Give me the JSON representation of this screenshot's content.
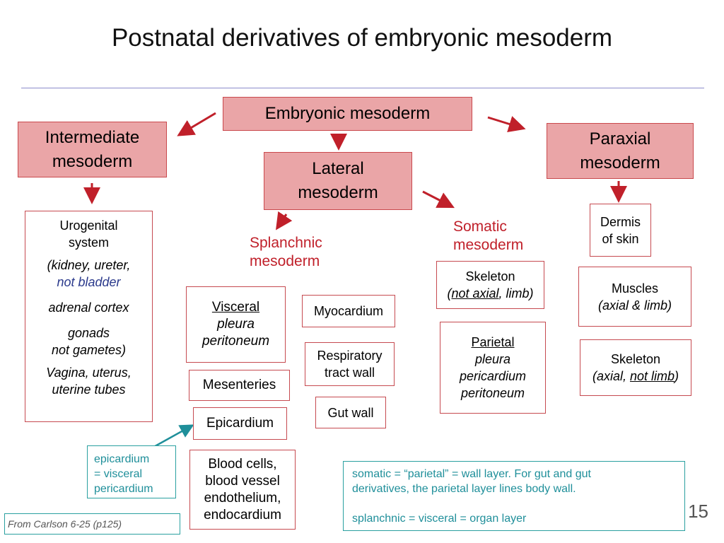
{
  "title": "Postnatal derivatives of embryonic mesoderm",
  "nodes": {
    "embryonic": "Embryonic mesoderm",
    "intermediate": [
      "Intermediate",
      "mesoderm"
    ],
    "lateral": [
      "Lateral",
      "mesoderm"
    ],
    "paraxial": [
      "Paraxial",
      "mesoderm"
    ],
    "splanchnic": [
      "Splanchnic",
      "mesoderm"
    ],
    "somatic": [
      "Somatic",
      "mesoderm"
    ]
  },
  "intermediate_derivatives": {
    "l1": "Urogenital",
    "l2": "system",
    "l3": "(kidney, ureter,",
    "l4": "not bladder",
    "l5": "adrenal cortex",
    "l6": "gonads",
    "l7": "not gametes)",
    "l8": "Vagina, uterus,",
    "l9": "uterine tubes"
  },
  "splanchnic_derivatives": {
    "visceral": "Visceral",
    "pleura": "pleura",
    "peritoneum": "peritoneum",
    "myocardium": "Myocardium",
    "respiratory1": "Respiratory",
    "respiratory2": "tract wall",
    "mesenteries": "Mesenteries",
    "gut_wall": "Gut wall",
    "epicardium": "Epicardium",
    "blood1": "Blood cells,",
    "blood2": "blood vessel",
    "blood3": "endothelium,",
    "blood4": "endocardium"
  },
  "somatic_derivatives": {
    "skeleton": "Skeleton",
    "not_axial": "not axial",
    "limb": ", limb)",
    "open_paren": "(",
    "parietal": "Parietal",
    "pleura": "pleura",
    "pericardium": "pericardium",
    "peritoneum": "peritoneum"
  },
  "paraxial_derivatives": {
    "dermis1": "Dermis",
    "dermis2": "of skin",
    "muscles1": "Muscles",
    "muscles2": "(axial & limb)",
    "skeleton": "Skeleton",
    "axial": "(axial, ",
    "not_limb": "not limb",
    "close_paren": ")"
  },
  "notes": {
    "epicardium_note": [
      "epicardium",
      "= visceral",
      "pericardium"
    ],
    "layer_note": {
      "l1": "somatic = “parietal” = wall layer. For gut and gut",
      "l2": "derivatives, the parietal layer  lines body wall.",
      "l3": "splanchnic = visceral = organ layer"
    }
  },
  "page_number": "15",
  "credit": "From Carlson 6-25 (p125)",
  "colors": {
    "accent_red": "#c0202a",
    "box_fill": "#eaa5a7",
    "teal": "#1f8f9a"
  }
}
